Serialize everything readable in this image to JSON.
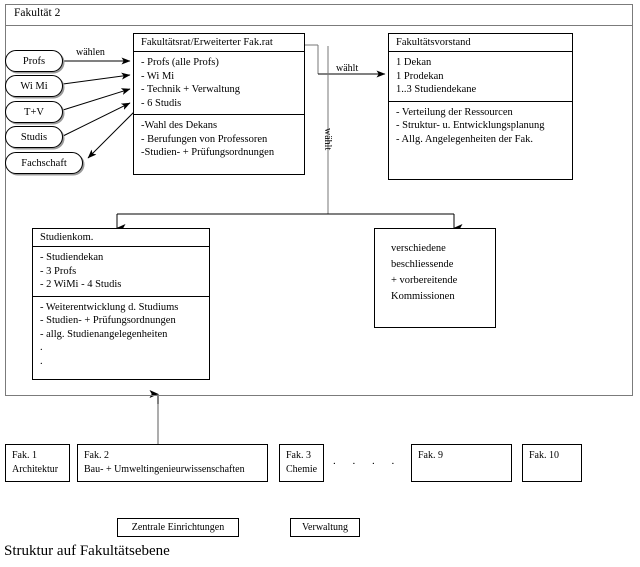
{
  "caption": "Struktur auf Fakultätsebene",
  "faculty_container": {
    "title": "Fakultät 2"
  },
  "actors": [
    {
      "label": "Profs"
    },
    {
      "label": "Wi Mi"
    },
    {
      "label": "T+V"
    },
    {
      "label": "Studis"
    },
    {
      "label": "Fachschaft"
    }
  ],
  "edge_labels": {
    "waehlen": "wählen",
    "waehlt_horizontal": "wählt",
    "waehlt_vertical": "wählt"
  },
  "fakultaetsrat": {
    "header": "Fakultätsrat/Erweiterter Fak.rat",
    "members": [
      "- Profs (alle Profs)",
      "- Wi Mi",
      "- Technik + Verwaltung",
      "- 6 Studis"
    ],
    "tasks": [
      "-Wahl des Dekans",
      "- Berufungen von Professoren",
      "-Studien- + Prüfungsordnungen"
    ]
  },
  "fakultaetsvorstand": {
    "header": "Fakultätsvorstand",
    "members": [
      "1 Dekan",
      "1 Prodekan",
      "1..3 Studiendekane"
    ],
    "tasks": [
      "- Verteilung der Ressourcen",
      "- Struktur- u. Entwicklungsplanung",
      "- Allg. Angelegenheiten der Fak."
    ]
  },
  "studienkommission": {
    "header": "Studienkom.",
    "members": [
      "- Studiendekan",
      "- 3 Profs",
      "- 2 WiMi - 4 Studis"
    ],
    "tasks": [
      "- Weiterentwicklung d. Studiums",
      "- Studien- + Prüfungsordnungen",
      "- allg. Studienangelegenheiten",
      ".",
      "."
    ]
  },
  "kommissionen": {
    "lines": [
      "verschiedene",
      "beschliessende",
      "+ vorbereitende",
      "Kommissionen"
    ]
  },
  "faculties": [
    {
      "number": "Fak. 1",
      "name": "Architektur"
    },
    {
      "number": "Fak. 2",
      "name": "Bau- + Umweltingenieurwissenschaften"
    },
    {
      "number": "Fak. 3",
      "name": "Chemie"
    },
    {
      "number": "Fak. 9",
      "name": ""
    },
    {
      "number": "Fak. 10",
      "name": ""
    }
  ],
  "ellipsis": ". . . . .",
  "bottom_units": [
    {
      "label": "Zentrale Einrichtungen"
    },
    {
      "label": "Verwaltung"
    }
  ]
}
